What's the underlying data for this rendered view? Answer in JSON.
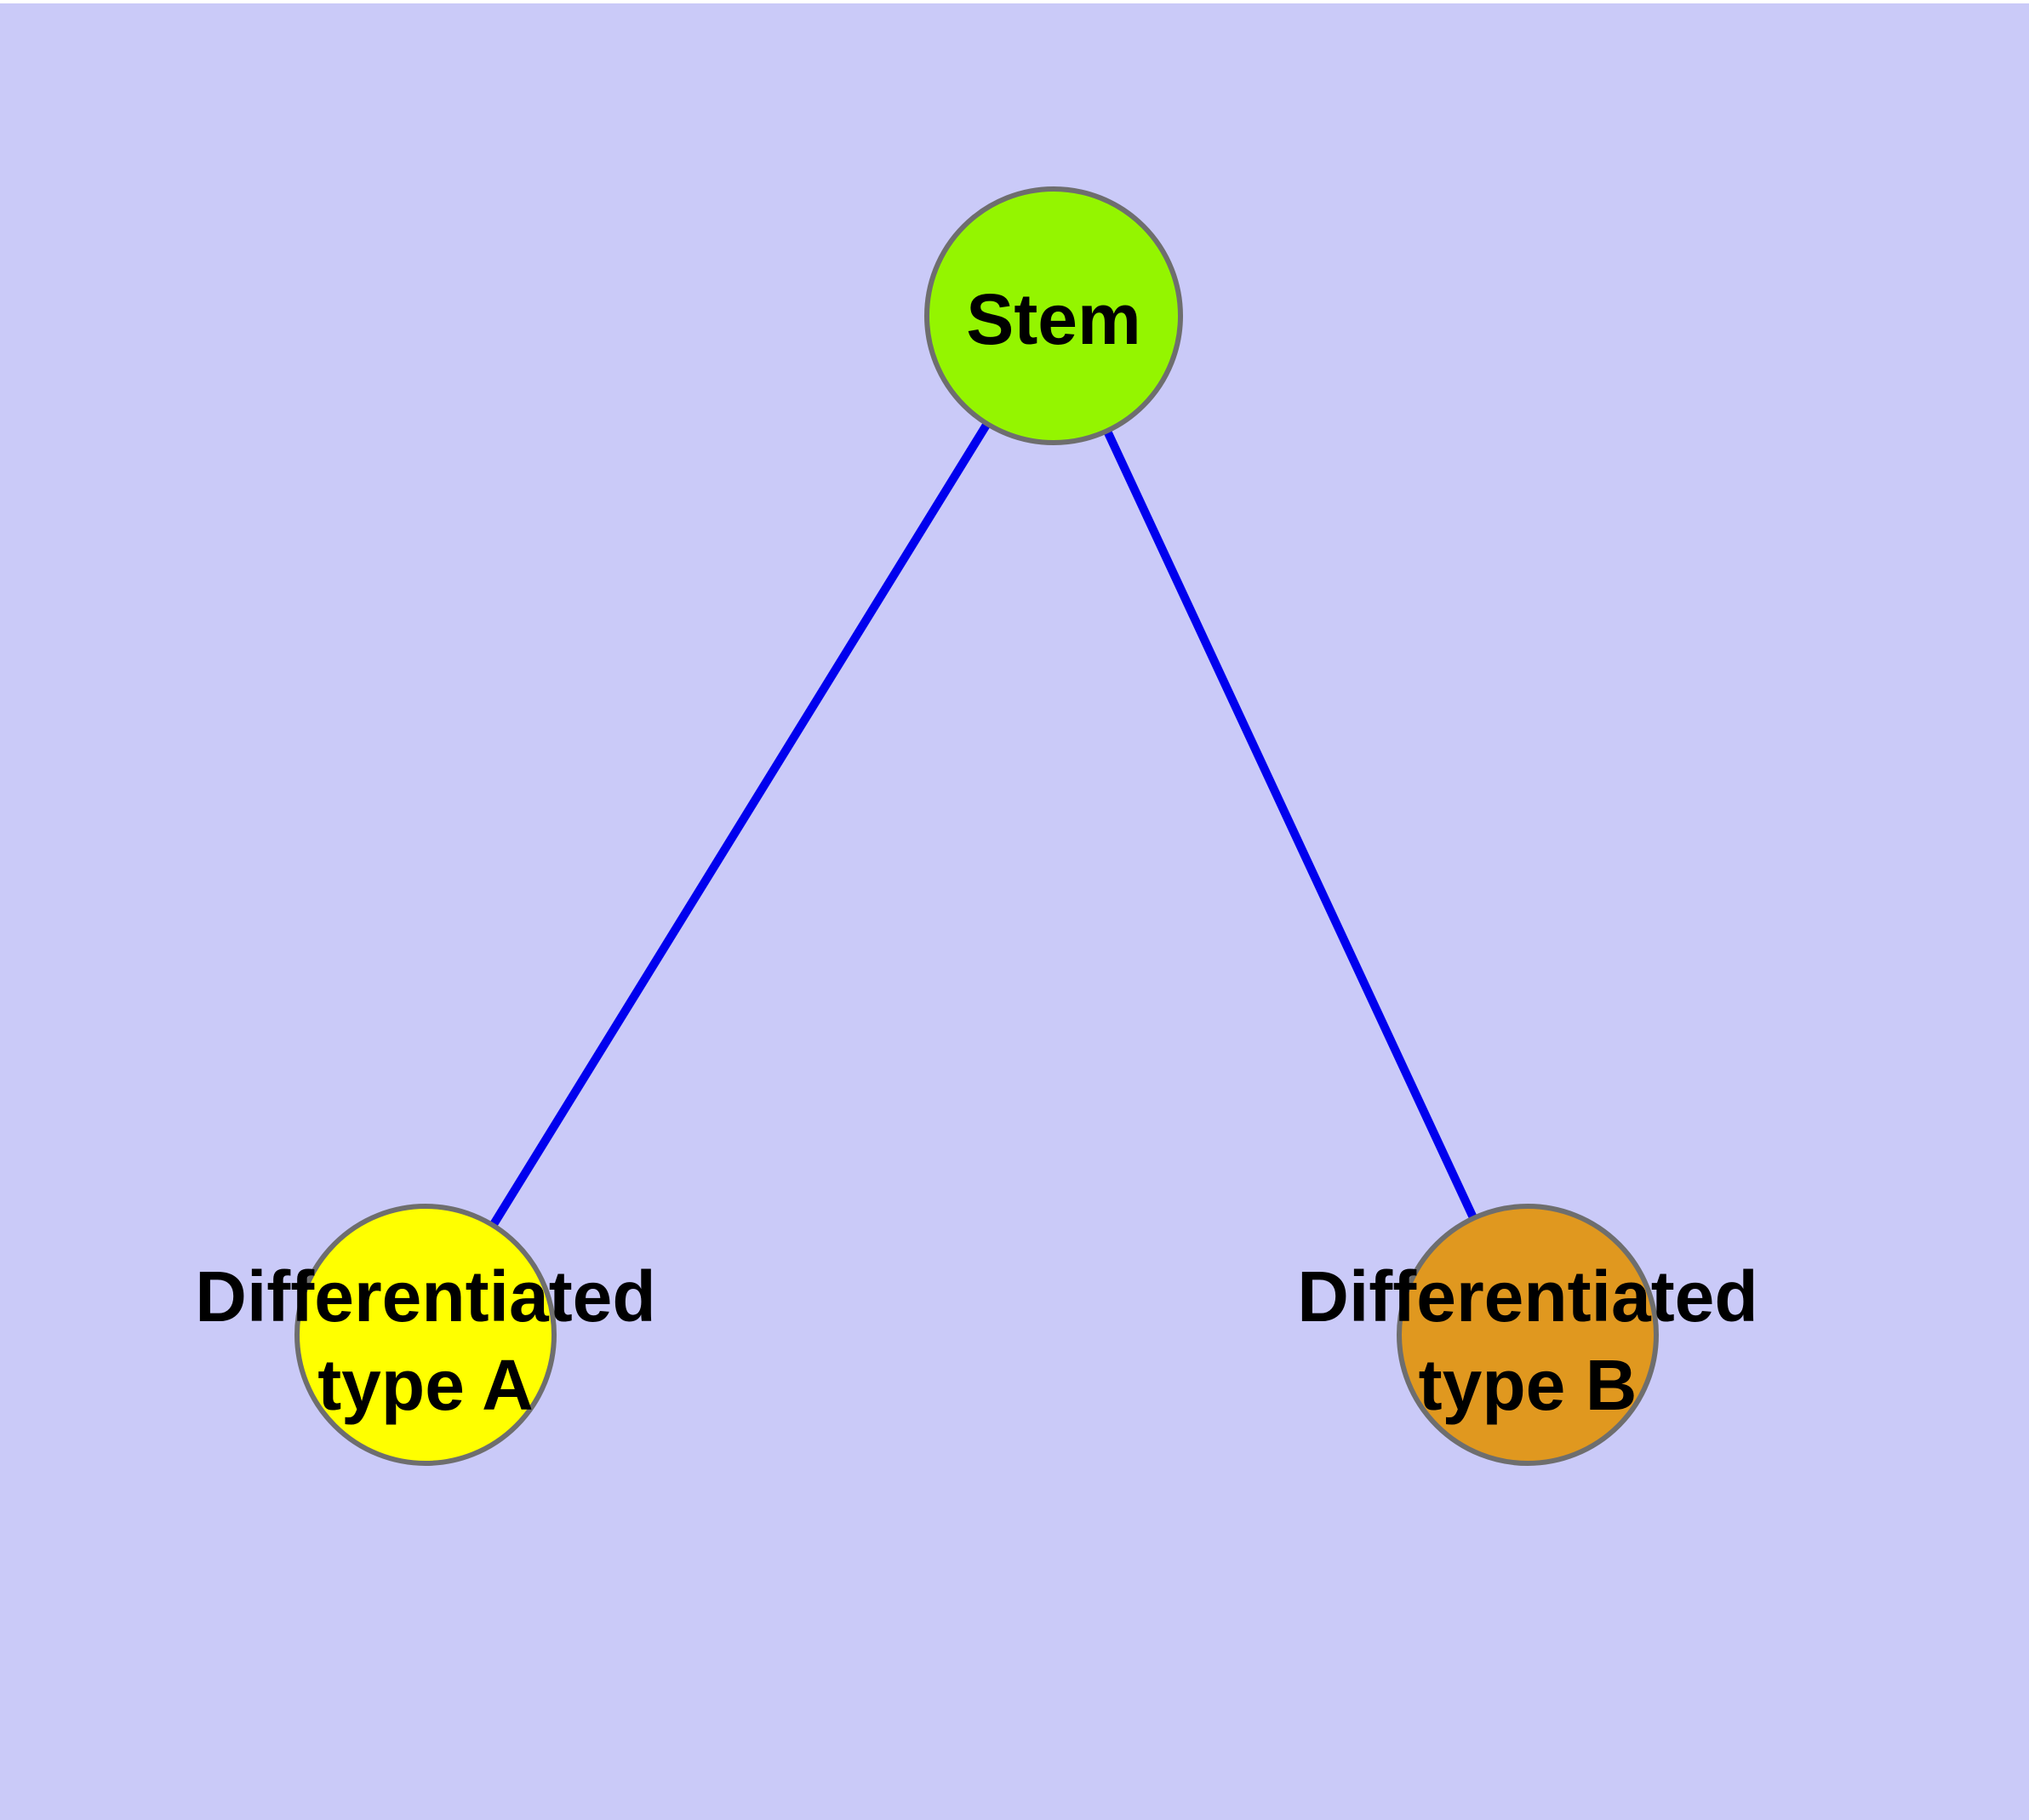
{
  "colors": {
    "background": "#cacaf8",
    "top_edge_strip": "#ffffff",
    "edge": "#0000ee",
    "node_border": "#6e6e6e",
    "label_text": "#000000"
  },
  "diagram": {
    "type": "graph",
    "nodes": [
      {
        "id": "stem",
        "label": "Stem",
        "lines": [
          "Stem"
        ],
        "color": "#94f500"
      },
      {
        "id": "differentiated-a",
        "label": "Differentiated type A",
        "lines": [
          "Differentiated",
          "type A"
        ],
        "color": "#ffff00"
      },
      {
        "id": "differentiated-b",
        "label": "Differentiated type B",
        "lines": [
          "Differentiated",
          "type B"
        ],
        "color": "#e0981f"
      }
    ],
    "edges": [
      {
        "from": "stem",
        "to": "differentiated-a",
        "color": "#0000ee"
      },
      {
        "from": "stem",
        "to": "differentiated-b",
        "color": "#0000ee"
      }
    ]
  }
}
